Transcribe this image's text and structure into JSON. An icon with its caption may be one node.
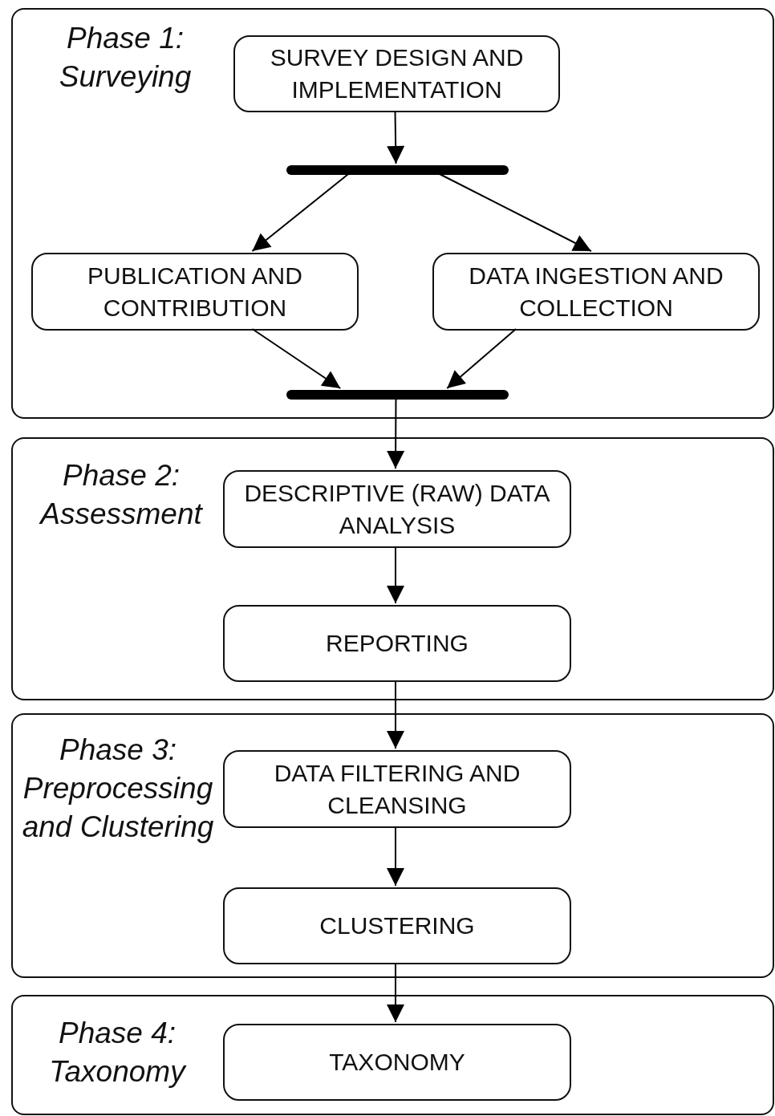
{
  "diagram": {
    "nodes": [
      {
        "text": [
          "Phase 1: Surveying"
        ]
      },
      {
        "text": [
          "SURVEY DESIGN AND IMPLEMENTATION"
        ],
        "in": 0
      },
      {
        "text": [],
        "shape": "bar",
        "in": 0
      },
      {
        "text": [
          "PUBLICATION AND CONTRIBUTION"
        ],
        "in": 0
      },
      {
        "text": [
          "DATA INGESTION AND COLLECTION"
        ],
        "in": 0
      },
      {
        "text": [],
        "shape": "bar",
        "in": 0
      },
      {
        "text": [
          "Phase 2: Assessment"
        ]
      },
      {
        "text": [
          "DESCRIPTIVE (RAW) DATA ANALYSIS"
        ],
        "in": 6
      },
      {
        "text": [
          "REPORTING"
        ],
        "in": 6
      },
      {
        "text": [
          "Phase 3: Preprocessing and Clustering"
        ]
      },
      {
        "text": [
          "DATA FILTERING AND CLEANSING"
        ],
        "in": 9
      },
      {
        "text": [
          "CLUSTERING"
        ],
        "in": 9
      },
      {
        "text": [
          "Phase 4: Taxonomy"
        ]
      },
      {
        "text": [
          "TAXONOMY"
        ],
        "in": 12
      }
    ],
    "edges": [
      {
        "from": 1,
        "to": 2,
        "arrow": "to"
      },
      {
        "from": 2,
        "to": 3,
        "arrow": "to"
      },
      {
        "from": 2,
        "to": 4,
        "arrow": "to"
      },
      {
        "from": 3,
        "to": 5,
        "arrow": "to"
      },
      {
        "from": 4,
        "to": 5,
        "arrow": "to"
      },
      {
        "from": 5,
        "to": 7,
        "arrow": "to"
      },
      {
        "from": 7,
        "to": 8,
        "arrow": "to"
      },
      {
        "from": 8,
        "to": 10,
        "arrow": "to"
      },
      {
        "from": 10,
        "to": 11,
        "arrow": "to"
      },
      {
        "from": 11,
        "to": 13,
        "arrow": "to"
      }
    ]
  }
}
